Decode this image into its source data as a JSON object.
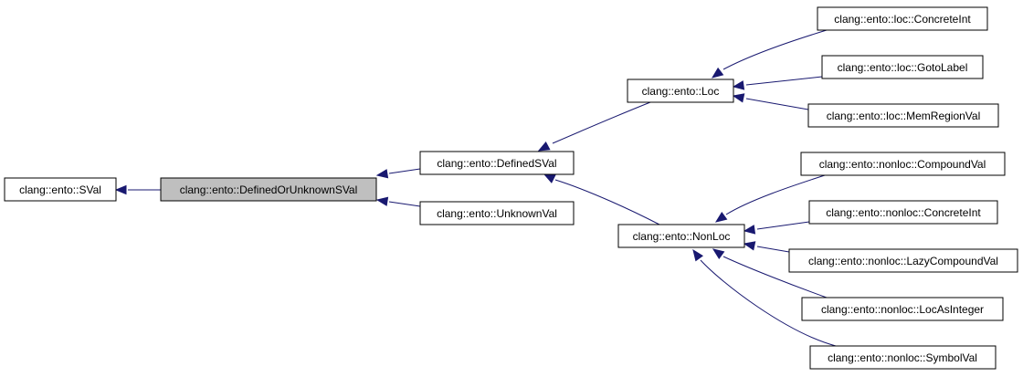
{
  "diagram": {
    "type": "inheritance-graph",
    "nodes": [
      {
        "id": "sval",
        "label": "clang::ento::SVal"
      },
      {
        "id": "defined_or_unknown",
        "label": "clang::ento::DefinedOrUnknownSVal",
        "current": true
      },
      {
        "id": "defined",
        "label": "clang::ento::DefinedSVal"
      },
      {
        "id": "unknown",
        "label": "clang::ento::UnknownVal"
      },
      {
        "id": "loc",
        "label": "clang::ento::Loc"
      },
      {
        "id": "nonloc",
        "label": "clang::ento::NonLoc"
      },
      {
        "id": "loc_concreteint",
        "label": "clang::ento::loc::ConcreteInt"
      },
      {
        "id": "loc_gotolabel",
        "label": "clang::ento::loc::GotoLabel"
      },
      {
        "id": "loc_memregionval",
        "label": "clang::ento::loc::MemRegionVal"
      },
      {
        "id": "nonloc_compoundval",
        "label": "clang::ento::nonloc::CompoundVal"
      },
      {
        "id": "nonloc_concreteint",
        "label": "clang::ento::nonloc::ConcreteInt"
      },
      {
        "id": "nonloc_lazycompoundval",
        "label": "clang::ento::nonloc::LazyCompoundVal"
      },
      {
        "id": "nonloc_locasinteger",
        "label": "clang::ento::nonloc::LocAsInteger"
      },
      {
        "id": "nonloc_symbolval",
        "label": "clang::ento::nonloc::SymbolVal"
      }
    ],
    "edges": [
      {
        "from": "defined_or_unknown",
        "to": "sval"
      },
      {
        "from": "defined",
        "to": "defined_or_unknown"
      },
      {
        "from": "unknown",
        "to": "defined_or_unknown"
      },
      {
        "from": "loc",
        "to": "defined"
      },
      {
        "from": "nonloc",
        "to": "defined"
      },
      {
        "from": "loc_concreteint",
        "to": "loc"
      },
      {
        "from": "loc_gotolabel",
        "to": "loc"
      },
      {
        "from": "loc_memregionval",
        "to": "loc"
      },
      {
        "from": "nonloc_compoundval",
        "to": "nonloc"
      },
      {
        "from": "nonloc_concreteint",
        "to": "nonloc"
      },
      {
        "from": "nonloc_lazycompoundval",
        "to": "nonloc"
      },
      {
        "from": "nonloc_locasinteger",
        "to": "nonloc"
      },
      {
        "from": "nonloc_symbolval",
        "to": "nonloc"
      }
    ],
    "colors": {
      "edge": "#191970",
      "current_fill": "#bfbfbf",
      "node_fill": "#ffffff",
      "border": "#000000"
    }
  }
}
